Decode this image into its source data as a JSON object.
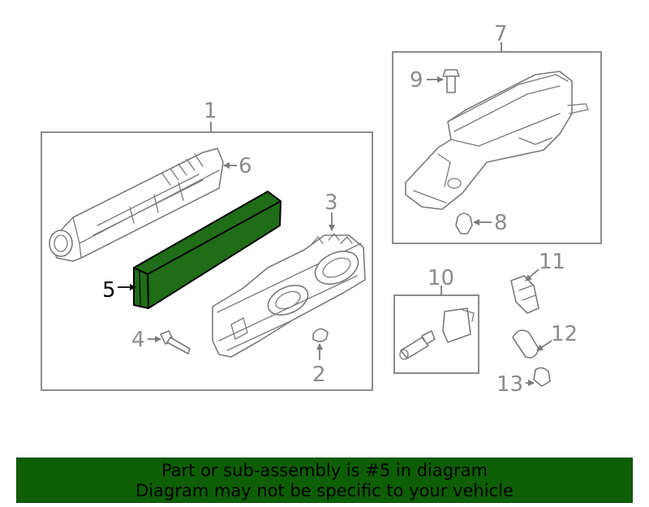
{
  "diagram": {
    "callouts": {
      "c1": "1",
      "c2": "2",
      "c3": "3",
      "c4": "4",
      "c5": "5",
      "c6": "6",
      "c7": "7",
      "c8": "8",
      "c9": "9",
      "c10": "10",
      "c11": "11",
      "c12": "12",
      "c13": "13"
    },
    "highlight_part": "5",
    "highlight_color": "#1f6d17",
    "line_color": "#7a7a7a"
  },
  "footer": {
    "line1": "Part or sub-assembly is #5 in diagram",
    "line2": "Diagram may not be specific to your vehicle",
    "background": "#0e5e05"
  }
}
